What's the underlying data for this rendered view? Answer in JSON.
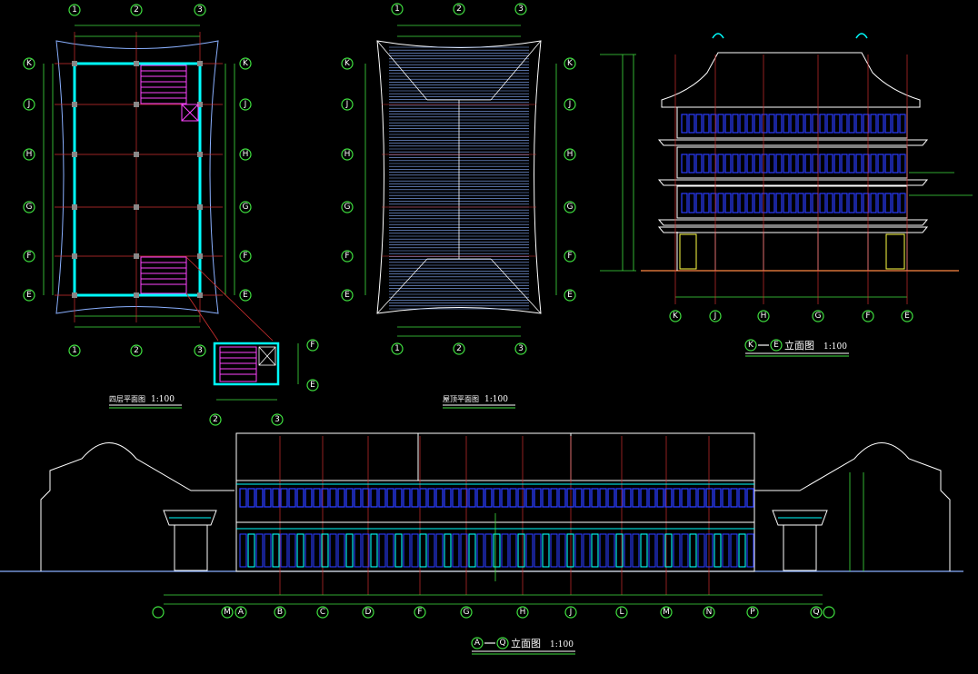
{
  "floor_plan": {
    "title": "四层平面图",
    "scale": "1:100",
    "cols": [
      "1",
      "2",
      "3"
    ],
    "rows": [
      "K",
      "J",
      "H",
      "G",
      "F",
      "E"
    ],
    "stair_cols": [
      "2",
      "3"
    ],
    "stair_rows": [
      "F",
      "E"
    ]
  },
  "roof_plan": {
    "title": "屋顶平面图",
    "scale": "1:100",
    "cols": [
      "1",
      "2",
      "3"
    ],
    "rows": [
      "K",
      "J",
      "H",
      "G",
      "F",
      "E"
    ]
  },
  "side_elevation": {
    "title_from": "K",
    "title_to": "E",
    "title_text": "立面图",
    "scale": "1:100",
    "axes": [
      "K",
      "J",
      "H",
      "G",
      "F",
      "E"
    ]
  },
  "front_elevation": {
    "title_from": "A",
    "title_to": "Q",
    "title_text": "立面图",
    "scale": "1:100",
    "axes": [
      "M",
      "A",
      "B",
      "C",
      "D",
      "F",
      "G",
      "H",
      "J",
      "L",
      "M",
      "N",
      "P",
      "Q"
    ]
  },
  "colors": {
    "background": "#000000",
    "axis_bubble": "#3fe03f",
    "dimension": "#3fe03f",
    "wall": "#00ffff",
    "grid": "#d03030",
    "stair": "#ff44ff",
    "window": "#2a3cff",
    "outline": "#ffffff",
    "column": "#ffff44"
  }
}
